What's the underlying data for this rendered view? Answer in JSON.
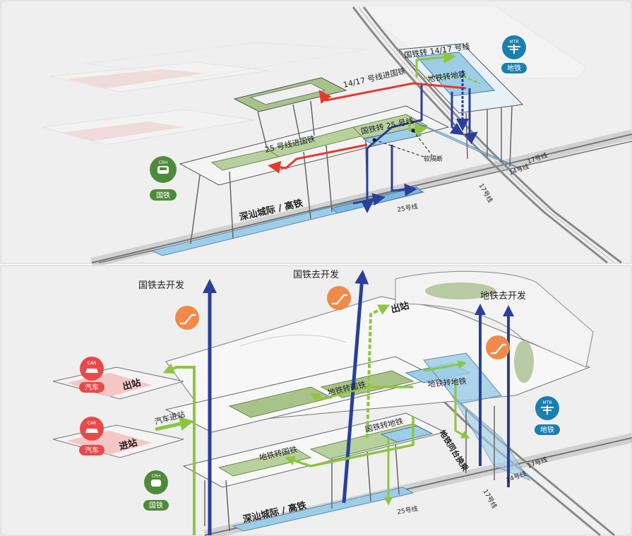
{
  "top": {
    "transfer_14_17_to_guotie": "14/17 号线进国铁",
    "guotie_to_14_17": "国铁转 14/17 号线",
    "metro_to_metro": "地铁转地铁",
    "guotie_to_25": "国铁转 25 号线",
    "line25_to_guotie": "25 号线进国铁",
    "soft_separation": "软隔断",
    "station_name": "深汕城际 / 高铁",
    "line25": "25号线",
    "line17a": "17号线",
    "line17b": "17号线",
    "line14": "14号线",
    "crh_icon": "CRH",
    "crh_label": "国铁",
    "mtr_icon": "MTR",
    "mtr_label": "地铁"
  },
  "bottom": {
    "guotie_dev_left": "国铁去开发",
    "guotie_dev_center": "国铁去开发",
    "metro_dev": "地铁去开发",
    "exit_top": "出站",
    "exit_left": "出站",
    "car_enter": "汽车进站",
    "enter": "进站",
    "car_icon_1": "CAR",
    "car_label_1": "汽车",
    "car_icon_2": "CAR",
    "car_label_2": "汽车",
    "metro_to_guotie": "地铁转国铁",
    "guotie_to_metro": "国铁转地铁",
    "metro_to_guotie_upper": "地铁转国铁",
    "metro_to_metro": "地铁转地铁",
    "same_platform": "地铁同台换乘",
    "station_name": "深汕城际 / 高铁",
    "line25": "25号线",
    "line17a": "17号线",
    "line17b": "17号线",
    "line14": "14号线",
    "crh_icon": "CRH",
    "crh_label": "国铁",
    "mtr_icon": "MTR",
    "mtr_label": "地铁"
  }
}
